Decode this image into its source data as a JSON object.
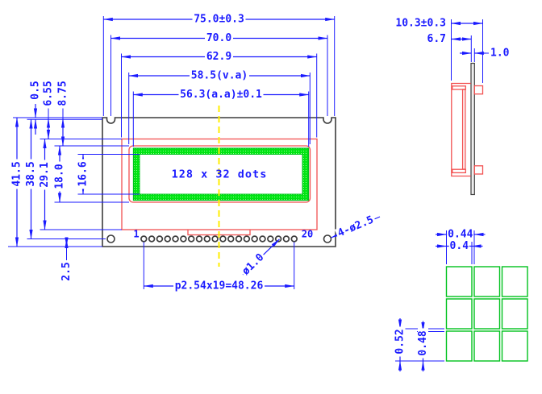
{
  "front_view": {
    "display_label": "128 x 32 dots",
    "pins": {
      "count": 20,
      "first_label": "1",
      "last_label": "20"
    },
    "dims": {
      "overall_width": "75.0±0.3",
      "hole_span_width": "70.0",
      "bezel_width": "62.9",
      "viewing_area_width": "58.5(v.a)",
      "active_area_width": "56.3(a.a)±0.1",
      "overall_height": "41.5",
      "hole_span_height": "38.5",
      "bezel_height": "29.1",
      "viewing_area_height": "18.0",
      "active_area_height": "16.6",
      "notch_center_offset": "0.5",
      "top_to_bezel": "6.55",
      "top_to_viewing_area": "8.75",
      "hole_to_bottom_edge": "2.5",
      "pin_pitch_total": "p2.54x19=48.26",
      "pin_hole_diameter": "ø1.0",
      "mounting_holes": "4-ø2.5"
    }
  },
  "side_view": {
    "dims": {
      "overall_thickness": "10.3±0.3",
      "front_thickness": "6.7",
      "pcb_thickness": "1.0"
    }
  },
  "dot_detail": {
    "grid": {
      "rows": 3,
      "cols": 3
    },
    "dims": {
      "dot_pitch_horizontal": "0.44",
      "dot_width": "0.4",
      "dot_pitch_vertical": "0.52",
      "dot_height": "0.48"
    }
  },
  "colors": {
    "blue": "#1a1aff",
    "ink": "#3c3c3c",
    "red": "#f25050",
    "green": "#00c21d",
    "green_fill": "#00e413",
    "yellow": "#ffee00"
  }
}
